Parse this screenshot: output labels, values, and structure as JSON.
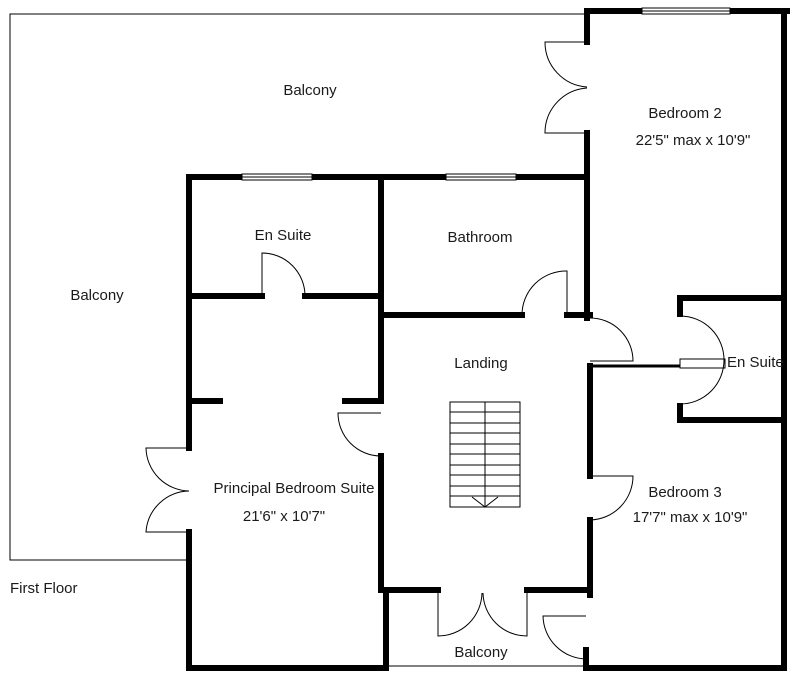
{
  "floor_label": "First Floor",
  "rooms": {
    "balcony_top": {
      "name": "Balcony"
    },
    "balcony_left": {
      "name": "Balcony"
    },
    "balcony_bottom": {
      "name": "Balcony"
    },
    "bedroom2": {
      "name": "Bedroom 2",
      "dims": "22'5\" max x 10'9\""
    },
    "en_suite_left": {
      "name": "En Suite"
    },
    "bathroom": {
      "name": "Bathroom"
    },
    "landing": {
      "name": "Landing"
    },
    "en_suite_right": {
      "name": "En Suite"
    },
    "principal": {
      "name": "Principal Bedroom Suite",
      "dims": "21'6\" x 10'7\""
    },
    "bedroom3": {
      "name": "Bedroom 3",
      "dims": "17'7\" max x 10'9\""
    }
  },
  "colors": {
    "wall": "#000000",
    "background": "#ffffff",
    "text": "#1a1a1a"
  }
}
